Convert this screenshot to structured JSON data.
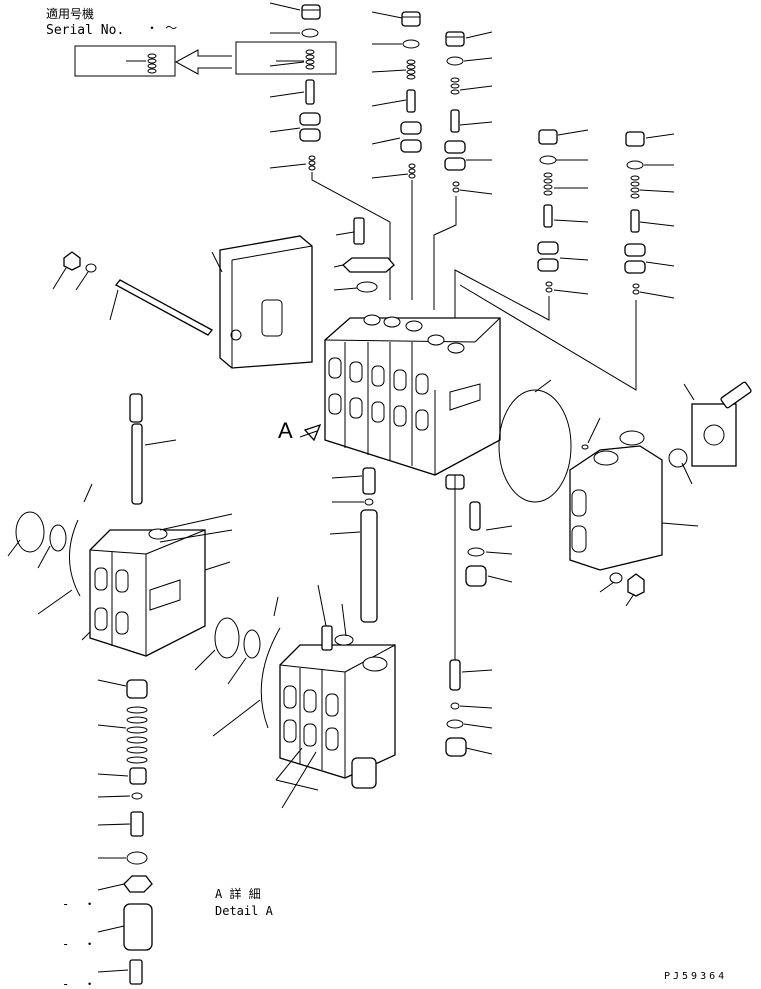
{
  "header": {
    "applicable_no_jp": "適用号機",
    "serial_label": "Serial No.",
    "serial_tilde": "・ ～"
  },
  "detail": {
    "view_letter": "A",
    "detail_jp": "A 詳 細",
    "detail_en": "Detail A"
  },
  "footer": {
    "drawing_code": "PJ59364"
  },
  "legend_marks": [
    "-  ・",
    "-  ・",
    "-  ・"
  ]
}
